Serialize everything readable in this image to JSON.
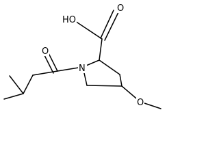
{
  "structure": {
    "colors": {
      "ink": "#000000",
      "background": "#ffffff"
    },
    "atoms": {
      "hydroxyl_label": "HO",
      "acid_carbonyl_oxygen_label": "O",
      "amide_oxygen_label": "O",
      "ring_nitrogen_label": "N",
      "methoxy_oxygen_label": "O"
    }
  }
}
